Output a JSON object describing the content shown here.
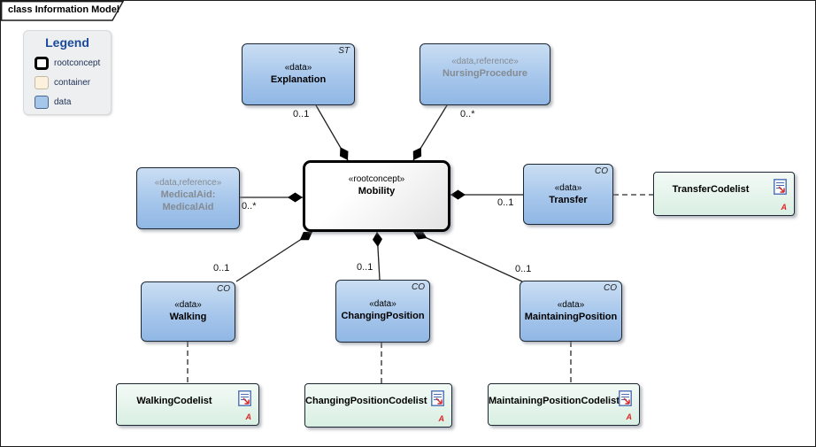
{
  "diagram": {
    "frame_label": "class Information Model"
  },
  "legend": {
    "title": "Legend",
    "items": [
      {
        "label": "rootconcept"
      },
      {
        "label": "container"
      },
      {
        "label": "data"
      }
    ]
  },
  "nodes": {
    "explanation": {
      "stereotype": "«data»",
      "name": "Explanation",
      "tag": "ST"
    },
    "nursing_procedure": {
      "stereotype": "«data,reference»",
      "name": "NursingProcedure"
    },
    "medical_aid": {
      "stereotype": "«data,reference»",
      "name": "MedicalAid:",
      "name2": "MedicalAid"
    },
    "mobility": {
      "stereotype": "«rootconcept»",
      "name": "Mobility"
    },
    "transfer": {
      "stereotype": "«data»",
      "name": "Transfer",
      "tag": "CO"
    },
    "walking": {
      "stereotype": "«data»",
      "name": "Walking",
      "tag": "CO"
    },
    "changing_position": {
      "stereotype": "«data»",
      "name": "ChangingPosition",
      "tag": "CO"
    },
    "maintaining_position": {
      "stereotype": "«data»",
      "name": "MaintainingPosition",
      "tag": "CO"
    }
  },
  "codelists": {
    "transfer": {
      "name": "TransferCodelist",
      "marker": "A"
    },
    "walking": {
      "name": "WalkingCodelist",
      "marker": "A"
    },
    "changing_position": {
      "name": "ChangingPositionCodelist",
      "marker": "A"
    },
    "maintaining_position": {
      "name": "MaintainingPositionCodelist",
      "marker": "A"
    }
  },
  "multiplicities": {
    "explanation": "0..1",
    "nursing_procedure": "0..*",
    "medical_aid": "0..*",
    "transfer": "0..1",
    "walking": "0..1",
    "changing_position": "0..1",
    "maintaining_position": "0..1"
  },
  "colors": {
    "data_node_fill": "#a6c6eb",
    "rootconcept_fill": "#ffffff",
    "codelist_fill": "#ddf0e6",
    "container_swatch_fill": "#fbf1dc",
    "legend_title_blue": "#1b4a9b",
    "reference_text_gray": "#848b93",
    "artifact_marker_red": "#e02424"
  }
}
